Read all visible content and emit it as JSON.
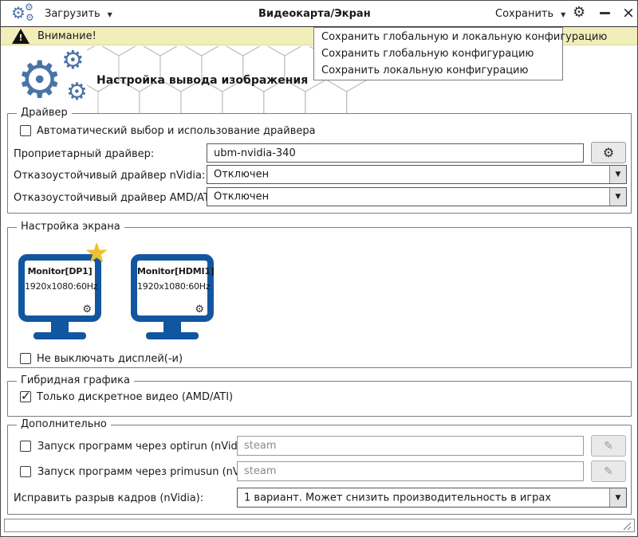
{
  "colors": {
    "accent_blue": "#4a74a8",
    "monitor_blue": "#1256a0",
    "warning_yellow": "#f1eeba",
    "star_gold": "#efc02f"
  },
  "titlebar": {
    "load_label": "Загрузить",
    "title": "Видеокарта/Экран",
    "save_label": "Сохранить"
  },
  "warning": {
    "text": "Внимание!"
  },
  "save_menu": {
    "items": [
      "Сохранить глобальную и локальную конфигурацию",
      "Сохранить глобальную конфигурацию",
      "Сохранить локальную конфигурацию"
    ]
  },
  "header": {
    "title": "Настройка вывода изображения"
  },
  "driver_group": {
    "title": "Драйвер",
    "auto_select_label": "Автоматический выбор и использование драйвера",
    "auto_select_checked": false,
    "proprietary_label": "Проприетарный драйвер:",
    "proprietary_value": "ubm-nvidia-340",
    "nvidia_failsafe_label": "Отказоустойчивый драйвер nVidia:",
    "nvidia_failsafe_value": "Отключен",
    "amd_failsafe_label": "Отказоустойчивый драйвер AMD/ATI:",
    "amd_failsafe_value": "Отключен"
  },
  "screen_group": {
    "title": "Настройка экрана",
    "monitors": [
      {
        "name": "Monitor[DP1]",
        "mode": "1920x1080:60Hz",
        "primary": true
      },
      {
        "name": "Monitor[HDMI1]",
        "mode": "1920x1080:60Hz",
        "primary": false
      }
    ],
    "keep_display_on_label": "Не выключать дисплей(-и)",
    "keep_display_on_checked": false
  },
  "hybrid_group": {
    "title": "Гибридная графика",
    "discrete_only_label": "Только дискретное видео (AMD/ATI)",
    "discrete_only_checked": true
  },
  "extra_group": {
    "title": "Дополнительно",
    "optirun_label": "Запуск программ через optirun (nVidia):",
    "optirun_checked": false,
    "optirun_placeholder": "steam",
    "primusun_label": "Запуск программ через primusun (nVidia):",
    "primusun_checked": false,
    "primusun_placeholder": "steam",
    "tearfix_label": "Исправить разрыв кадров (nVidia):",
    "tearfix_value": "1 вариант. Может снизить производительность в играх"
  }
}
